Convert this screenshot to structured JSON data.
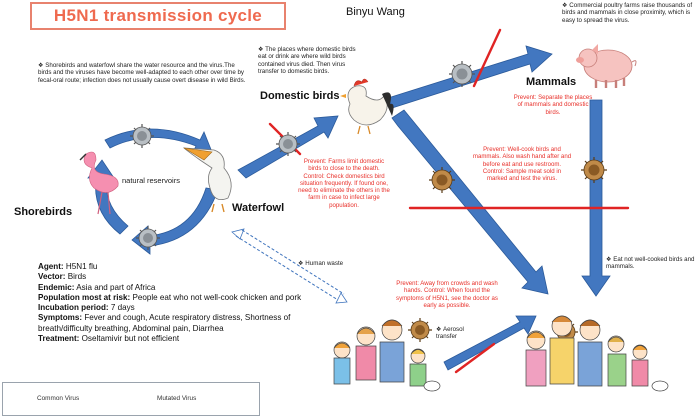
{
  "title": "H5N1 transmission cycle",
  "author": "Binyu Wang",
  "nodes": {
    "domestic_birds": "Domestic birds",
    "mammals": "Mammals",
    "shorebirds": "Shorebirds",
    "waterfowl": "Waterfowl",
    "natural_reservoirs": "natural reservoirs"
  },
  "notes": {
    "shorebirds_waterfowl": "Shorebirds and waterfowl share the water resource and the virus.The birds and the viruses have become well-adapted to each other over time by fecal-oral route; infection does not usually cause overt disease in wild Birds.",
    "domestic_places": "The places where domestic birds eat or drink  are where wild birds contained virus died. Then virus transfer to domestic birds.",
    "commercial_farms": "Commercial poultry farms raise thousands of birds and  mammals in close proximity, which is easy to spread the virus.",
    "eat_not_cooked": "Eat not well-cooked birds and mammals.",
    "human_waste": "Human waste",
    "aerosol": "Aerosol transfer"
  },
  "prevent": {
    "farms": "Prevent: Farms limit domestic birds to close to the death. Control: Check domestics bird situation frequently. If found one, need to eliminate the others in the farm in case to infect large population.",
    "separate": "Prevent: Separate the places of mammals and domestic birds.",
    "cook": "Prevent: Well-cook birds and mammals. Also wash hand after and before eat and use restroom. Control: Sample meat sold in marked and test the virus.",
    "crowds": "Prevent: Away from crowds and wash hands. Control: When found the symptoms of H5N1, see the doctor as early as possible."
  },
  "info": {
    "agent_label": "Agent:",
    "agent": "H5N1 flu",
    "vector_label": "Vector:",
    "vector": "Birds",
    "endemic_label": "Endemic:",
    "endemic": "Asia and part of Africa",
    "risk_label": "Population most at risk:",
    "risk": "People eat who not well-cook chicken and pork",
    "incubation_label": "Incubation period:",
    "incubation": "7 days",
    "symptoms_label": "Symptoms:",
    "symptoms": "Fever and cough, Acute respiratory distress, Shortness of breath/difficulty breathing, Abdominal pain, Diarrhea",
    "treatment_label": "Treatment:",
    "treatment": "Oseltamivir but not efficient"
  },
  "legend": {
    "common": "Common Virus",
    "mutated": "Mutated Virus"
  },
  "colors": {
    "arrow_blue": "#3f74bd",
    "arrow_stroke": "#2b5a9a",
    "block_red": "#e02424",
    "prevent_red": "#e8302a",
    "title_orange": "#ef6a4f",
    "common_virus": "#9da3a8",
    "mutated_virus": "#b07a3a"
  }
}
